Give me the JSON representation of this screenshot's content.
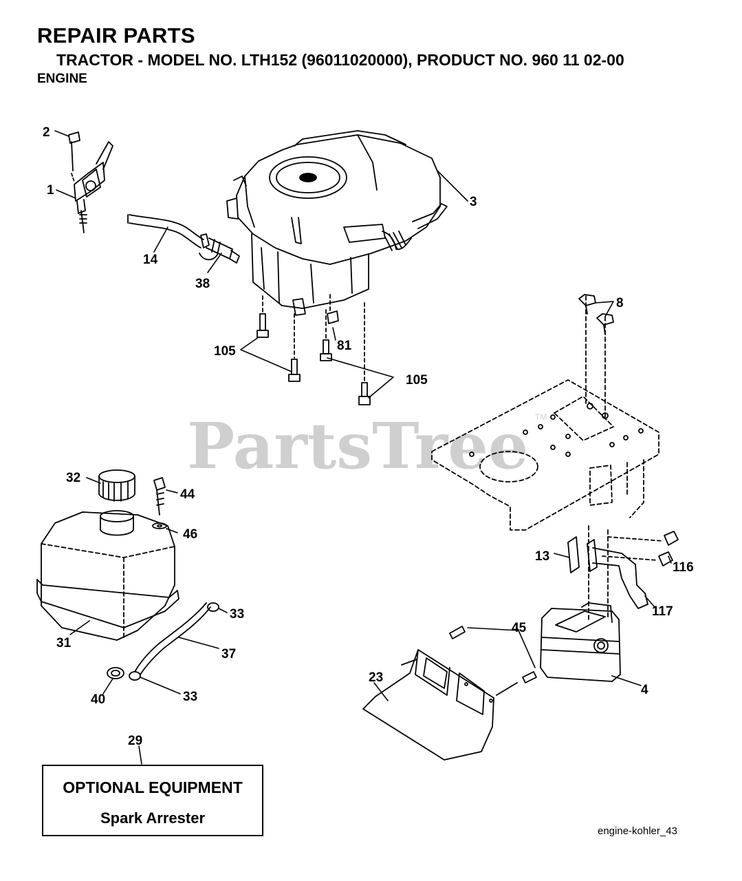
{
  "header": {
    "title": "REPAIR PARTS",
    "subtitle": "TRACTOR - MODEL NO. LTH152 (96011020000), PRODUCT NO. 960 11 02-00",
    "section": "ENGINE"
  },
  "watermark": {
    "text": "PartsTree",
    "trademark": "TM"
  },
  "callouts": {
    "c1": "1",
    "c2": "2",
    "c3": "3",
    "c4": "4",
    "c8": "8",
    "c13": "13",
    "c14": "14",
    "c23": "23",
    "c29": "29",
    "c31": "31",
    "c32": "32",
    "c33a": "33",
    "c33b": "33",
    "c37": "37",
    "c38": "38",
    "c40": "40",
    "c44": "44",
    "c45": "45",
    "c46": "46",
    "c81": "81",
    "c105a": "105",
    "c105b": "105",
    "c116": "116",
    "c117": "117"
  },
  "optional_equipment": {
    "title": "OPTIONAL EQUIPMENT",
    "item": "Spark Arrester"
  },
  "footer": {
    "code": "engine-kohler_43"
  }
}
